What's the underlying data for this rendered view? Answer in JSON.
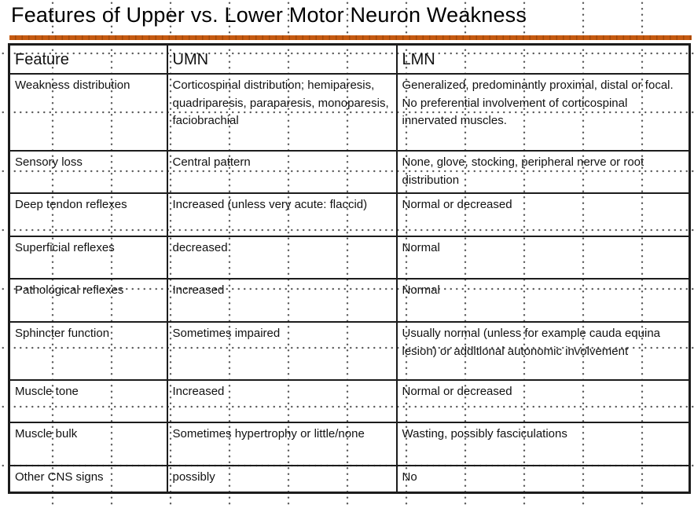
{
  "slide": {
    "title": "Features of Upper vs. Lower Motor Neuron Weakness",
    "accent_color": "#C55A11"
  },
  "table": {
    "headers": [
      "Feature",
      "UMN",
      "LMN"
    ],
    "rows": [
      {
        "feature": "Weakness distribution",
        "umn": "Corticospinal distribution; hemiparesis, quadriparesis, paraparesis, monoparesis, faciobrachial",
        "lmn": "Generalized, predominantly proximal, distal or focal. No preferential involvement of corticospinal innervated muscles."
      },
      {
        "feature": "Sensory loss",
        "umn": "Central pattern",
        "lmn": "None, glove, stocking, peripheral nerve or root distribution"
      },
      {
        "feature": "Deep tendon reflexes",
        "umn": "Increased (unless very acute: flaccid)",
        "lmn": "Normal or decreased"
      },
      {
        "feature": "Superficial reflexes",
        "umn": "decreased",
        "lmn": "Normal"
      },
      {
        "feature": "Pathological reflexes",
        "umn": "Increased",
        "lmn": "Normal"
      },
      {
        "feature": "Sphincter function",
        "umn": "Sometimes impaired",
        "lmn": "Usually normal (unless for example cauda equina lesion) or additional autonomic involvement"
      },
      {
        "feature": "Muscle tone",
        "umn": "Increased",
        "lmn": "Normal or decreased"
      },
      {
        "feature": "Muscle bulk",
        "umn": "Sometimes hypertrophy or little/none",
        "lmn": "Wasting, possibly fasciculations"
      },
      {
        "feature": "Other CNS signs",
        "umn": "possibly",
        "lmn": "No"
      }
    ]
  }
}
